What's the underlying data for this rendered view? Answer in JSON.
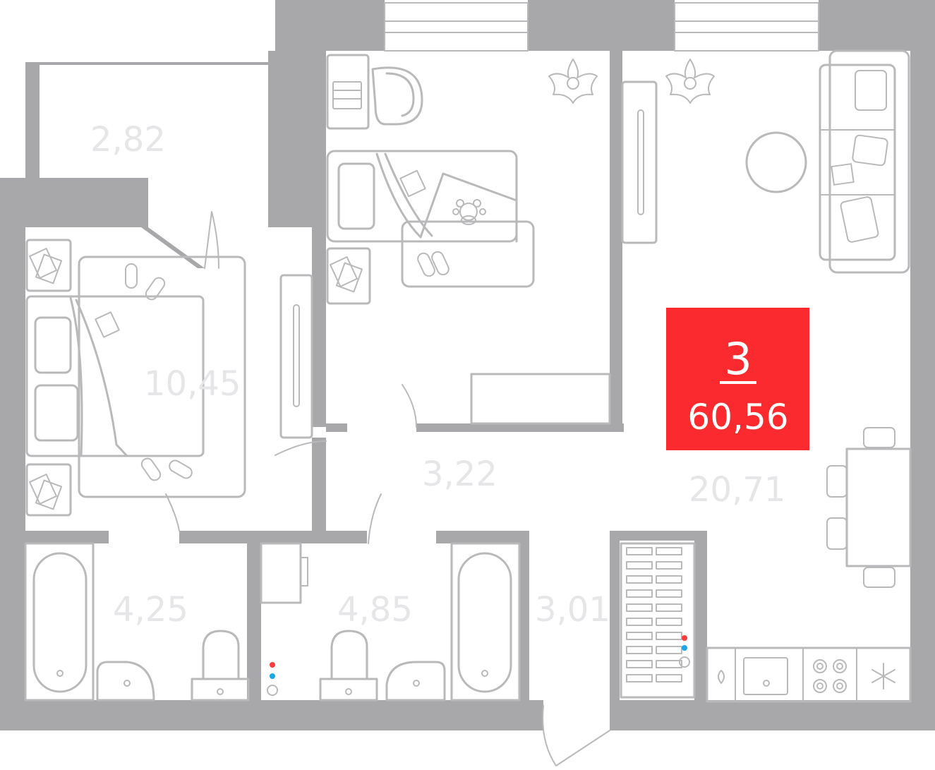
{
  "apartment": {
    "rooms": "3",
    "total_area": "60,56",
    "badge_color": "#fb2a2e"
  },
  "rooms": [
    {
      "id": "balcony",
      "area": "2,82"
    },
    {
      "id": "bedroom",
      "area": "10,45"
    },
    {
      "id": "hall",
      "area": "3,22"
    },
    {
      "id": "living-kitchen",
      "area": "20,71"
    },
    {
      "id": "bathroom-left",
      "area": "4,25"
    },
    {
      "id": "bathroom-right",
      "area": "4,85"
    },
    {
      "id": "entrance-hall",
      "area": "3,01"
    }
  ],
  "colors": {
    "wall": "#a8a8aa",
    "furniture": "#b9b9bb",
    "area_text": "#e6e6e8",
    "hot_water": "#ff3b3b",
    "cold_water": "#1aa7e6"
  },
  "icons": [
    "teddy-bear-icon",
    "flower-icon",
    "slippers-icon",
    "book-icon",
    "snowflake-icon",
    "stove-icon",
    "sink-icon"
  ]
}
